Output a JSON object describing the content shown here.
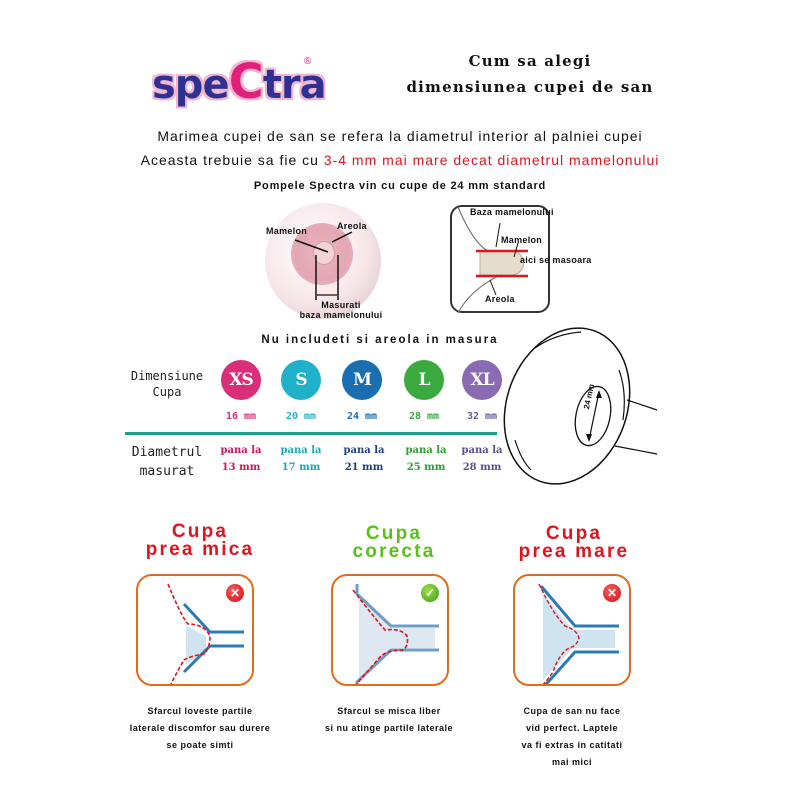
{
  "header": {
    "logo": {
      "prefix": "spe",
      "accent": "C",
      "suffix": "tra",
      "registered": "®"
    },
    "title_line1": "Cum sa alegi",
    "title_line2": "dimensiunea cupei de san"
  },
  "intro": {
    "line1": "Marimea cupei de san se refera la diametrul interior al palniei cupei",
    "line2_prefix": "Aceasta trebuie sa fie cu ",
    "line2_highlight": "3-4 mm mai mare decat diametrul mamelonului",
    "line3": "Pompele Spectra vin cu cupe de 24 mm standard"
  },
  "diagram_front": {
    "label_nipple": "Mamelon",
    "label_areola": "Areola",
    "label_measure_1": "Masurati",
    "label_measure_2": "baza mamelonului"
  },
  "diagram_profile": {
    "label_base": "Baza mamelonului",
    "label_nipple": "Mamelon",
    "label_measure": "aici se masoara",
    "label_areola": "Areola"
  },
  "note_areola": "Nu includeti si areola in masura",
  "size_table": {
    "row1_label_1": "Dimensiune",
    "row1_label_2": "Cupa",
    "row2_label_1": "Diametrul",
    "row2_label_2": "masurat",
    "sizes": [
      {
        "code": "XS",
        "diameter": "16 mm",
        "range_prefix": "pana la",
        "range_value": "13 mm",
        "color": "#d92e7a"
      },
      {
        "code": "S",
        "diameter": "20 mm",
        "range_prefix": "pana la",
        "range_value": "17 mm",
        "color": "#1fb1c9"
      },
      {
        "code": "M",
        "diameter": "24 mm",
        "range_prefix": "pana la",
        "range_value": "21 mm",
        "color": "#1a6fb2"
      },
      {
        "code": "L",
        "diameter": "28 mm",
        "range_prefix": "pana la",
        "range_value": "25 mm",
        "color": "#3aaa3e"
      },
      {
        "code": "XL",
        "diameter": "32 mm",
        "range_prefix": "pana la",
        "range_value": "28 mm",
        "color": "#8a6bb3"
      }
    ],
    "divider_color": "#1e9e86"
  },
  "flange_illustration": {
    "label": "24 mm"
  },
  "fit_examples": [
    {
      "title_1": "Cupa",
      "title_2": "prea mica",
      "color": "#e0141e",
      "status": "incorrect",
      "status_icon": "✕",
      "desc_1": "Sfarcul loveste partile",
      "desc_2": "laterale discomfor sau durere",
      "desc_3": "se poate simti",
      "desc_4": ""
    },
    {
      "title_1": "Cupa",
      "title_2": "corecta",
      "color": "#5cbf1a",
      "status": "correct",
      "status_icon": "✓",
      "desc_1": "Sfarcul se misca liber",
      "desc_2": "si nu atinge partile laterale",
      "desc_3": "",
      "desc_4": ""
    },
    {
      "title_1": "Cupa",
      "title_2": "prea mare",
      "color": "#e0141e",
      "status": "incorrect",
      "status_icon": "✕",
      "desc_1": "Cupa de san nu face",
      "desc_2": "vid perfect. Laptele",
      "desc_3": "va fi extras in catitati",
      "desc_4": "mai mici"
    }
  ]
}
